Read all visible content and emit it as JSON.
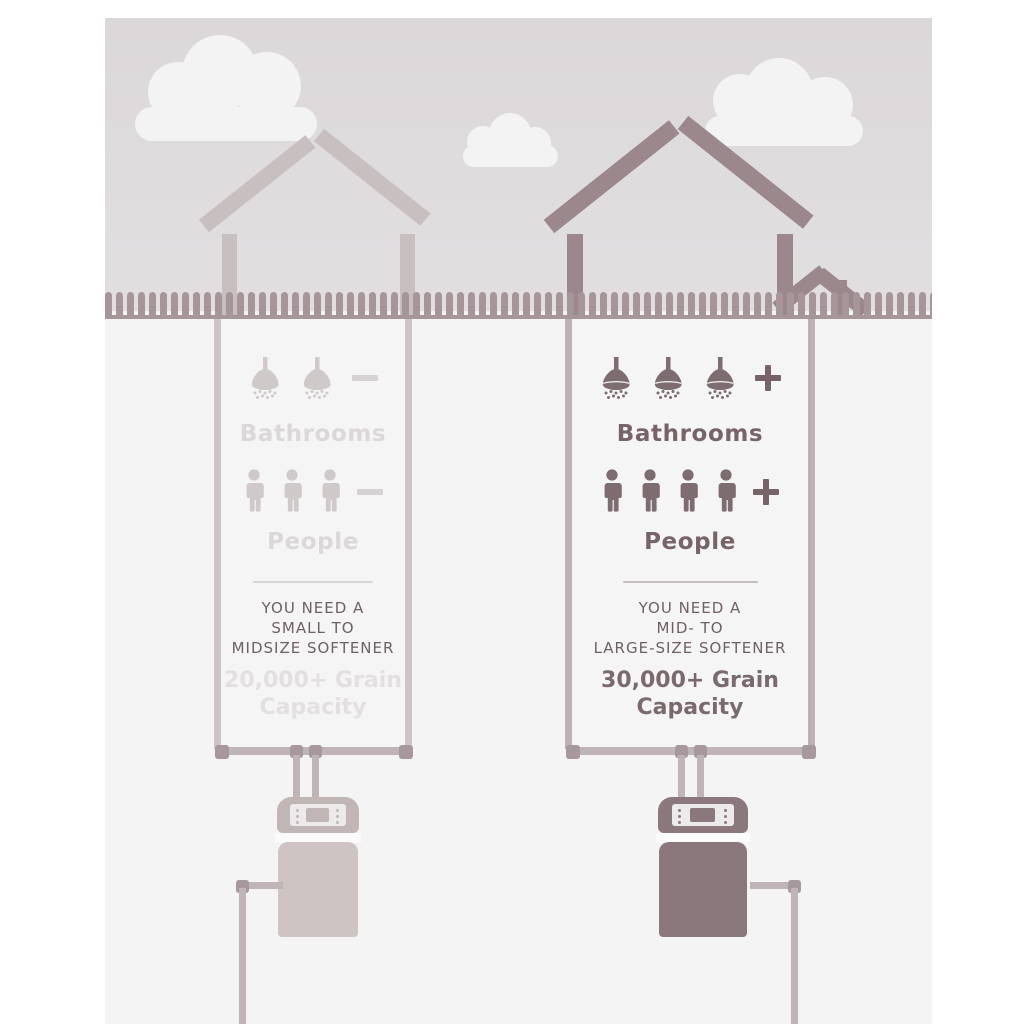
{
  "infographic": {
    "title_alt": "Water softener sizing comparison",
    "palette": {
      "sky": "#dcd8da",
      "canvas": "#f4f4f4",
      "panel": "#f5f5f5",
      "grass": "#a69599",
      "accent_dark": "#766468",
      "accent_mid": "#a6989c",
      "accent_light": "#cdc6c7",
      "text_dark": "#6f6064",
      "text_muted": "#dcd8d9",
      "pipe": "#bfb4b7",
      "tank_light": "#cdc4c3",
      "tank_dark": "#8a787d"
    },
    "sky_elements": {
      "clouds": [
        {
          "name": "cloud-large-left"
        },
        {
          "name": "cloud-small-center"
        },
        {
          "name": "cloud-large-right"
        }
      ]
    }
  },
  "panels": [
    {
      "id": "small-home",
      "side": "left",
      "tone": "light",
      "house": {
        "name": "house-small",
        "annex": false
      },
      "bathrooms": {
        "icon": "shower-head-icon",
        "count": 2,
        "sign": "minus",
        "sign_glyph": "−",
        "label": "Bathrooms"
      },
      "people": {
        "icon": "person-icon",
        "count": 3,
        "sign": "minus",
        "sign_glyph": "−",
        "label": "People"
      },
      "recommendation": {
        "line1": "YOU NEED A",
        "line2": "SMALL TO",
        "line3": "MIDSIZE SOFTENER"
      },
      "capacity": {
        "line1": "20,000+ Grain",
        "line2": "Capacity"
      },
      "softener": {
        "name": "water-softener-unit-small",
        "tank_color": "#cdc4c3"
      }
    },
    {
      "id": "large-home",
      "side": "right",
      "tone": "dark",
      "house": {
        "name": "house-large",
        "annex": true
      },
      "bathrooms": {
        "icon": "shower-head-icon",
        "count": 3,
        "sign": "plus",
        "sign_glyph": "+",
        "label": "Bathrooms"
      },
      "people": {
        "icon": "person-icon",
        "count": 4,
        "sign": "plus",
        "sign_glyph": "+",
        "label": "People"
      },
      "recommendation": {
        "line1": "YOU NEED A",
        "line2": "MID- TO",
        "line3": "LARGE-SIZE SOFTENER"
      },
      "capacity": {
        "line1": "30,000+ Grain",
        "line2": "Capacity"
      },
      "softener": {
        "name": "water-softener-unit-large",
        "tank_color": "#8a787d"
      }
    }
  ],
  "plumbing": {
    "supply_line_label": "main water supply loop",
    "elements": [
      "inlet-pipe",
      "outlet-pipe",
      "bypass-loop"
    ]
  }
}
